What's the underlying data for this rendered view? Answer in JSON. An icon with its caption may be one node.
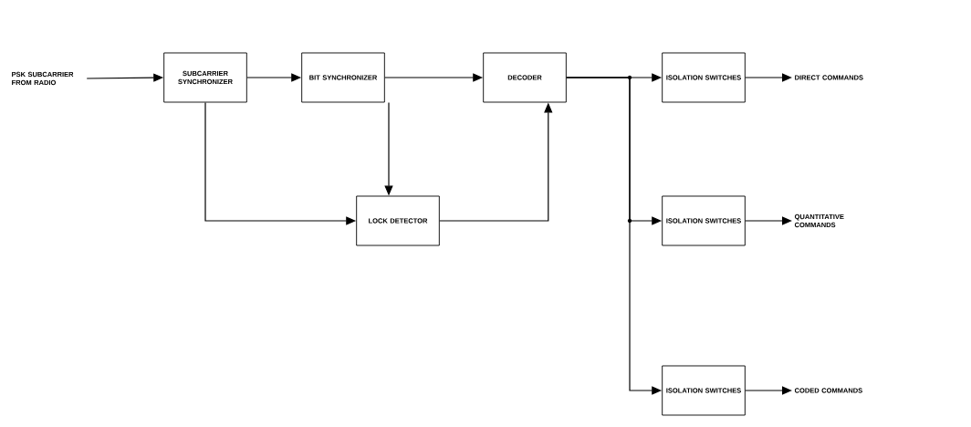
{
  "diagram": {
    "nodes": [
      {
        "text": [
          "PSK SUBCARRIER FROM RADIO"
        ]
      },
      {
        "text": [
          "SUBCARRIER SYNCHRONIZER"
        ]
      },
      {
        "text": [
          "BIT SYNCHRONIZER"
        ]
      },
      {
        "text": [
          "DECODER"
        ]
      },
      {
        "text": [
          "LOCK DETECTOR"
        ]
      },
      {
        "text": [
          "ISOLATION SWITCHES"
        ]
      },
      {
        "text": [
          "ISOLATION SWITCHES"
        ]
      },
      {
        "text": [
          "ISOLATION SWITCHES"
        ]
      },
      {
        "text": [
          "DIRECT COMMANDS"
        ]
      },
      {
        "text": [
          "QUANTITATIVE COMMANDS"
        ]
      },
      {
        "text": [
          "CODED COMMANDS"
        ]
      }
    ],
    "edges": [
      {
        "from": 0,
        "to": 1,
        "arrow": "to"
      },
      {
        "from": 1,
        "to": 2,
        "arrow": "to"
      },
      {
        "from": 2,
        "to": 3,
        "arrow": "to"
      },
      {
        "from": 2,
        "to": 4,
        "arrow": "to"
      },
      {
        "from": 1,
        "to": 4,
        "arrow": "to"
      },
      {
        "from": 4,
        "to": 3,
        "arrow": "to"
      },
      {
        "from": 3,
        "to": 5,
        "arrow": "to"
      },
      {
        "from": 3,
        "to": 6,
        "arrow": "to"
      },
      {
        "from": 3,
        "to": 7,
        "arrow": "to"
      },
      {
        "from": 5,
        "to": 8,
        "arrow": "to"
      },
      {
        "from": 6,
        "to": 9,
        "arrow": "to"
      },
      {
        "from": 7,
        "to": 10,
        "arrow": "to"
      }
    ]
  }
}
